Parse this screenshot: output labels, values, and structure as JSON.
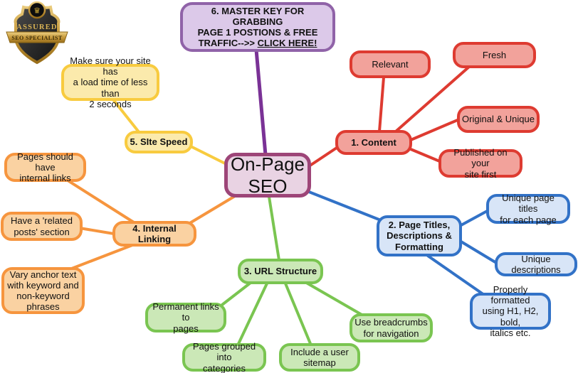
{
  "badge": {
    "crown_icon": "♛",
    "top_text": "ASSURED",
    "ribbon_text": "SEO SPECIALIST"
  },
  "center": {
    "label": "On-Page\nSEO"
  },
  "master_key": {
    "text": "6. MASTER KEY FOR GRABBING\nPAGE 1 POSTIONS & FREE\nTRAFFIC-->> ",
    "link": "CLICK HERE!"
  },
  "branches": {
    "content": {
      "label": "1. Content",
      "leaves": [
        "Relevant",
        "Fresh",
        "Original & Unique",
        "Published on your\nsite first"
      ]
    },
    "page_titles": {
      "label": "2. Page Titles,\nDescriptions &\nFormatting",
      "leaves": [
        "Unique page titles\nfor each page",
        "Unique descriptions",
        "Properly formatted\nusing H1, H2, bold,\nitalics etc."
      ]
    },
    "url_structure": {
      "label": "3. URL Structure",
      "leaves": [
        "Permanent links to\npages",
        "Pages grouped into\ncategories",
        "Include a user\nsitemap",
        "Use breadcrumbs\nfor navigation"
      ]
    },
    "internal_linking": {
      "label": "4. Internal Linking",
      "leaves": [
        "Pages should have\ninternal links",
        "Have a 'related\nposts' section",
        "Vary anchor text\nwith keyword and\nnon-keyword\nphrases"
      ]
    },
    "site_speed": {
      "label": "5. SIte Speed",
      "leaves": [
        "Make sure your site has\na load time of less than\n2 seconds"
      ]
    }
  },
  "colors": {
    "red": "#DE3B31",
    "red_fill": "#F2A29B",
    "blue": "#3272C7",
    "blue_fill": "#D8E5F7",
    "green": "#7AC551",
    "green_fill": "#CBE8B7",
    "orange": "#F6953E",
    "orange_fill": "#FAD2A2",
    "yellow": "#F8CB3F",
    "yellow_fill": "#FBEAAC",
    "purple_line": "#7A3296",
    "purple_border": "#9063A8",
    "purple_fill": "#DCC9E9",
    "center_border": "#9D4578",
    "center_fill": "#E9D3E3",
    "gold": "#D4AF37"
  }
}
